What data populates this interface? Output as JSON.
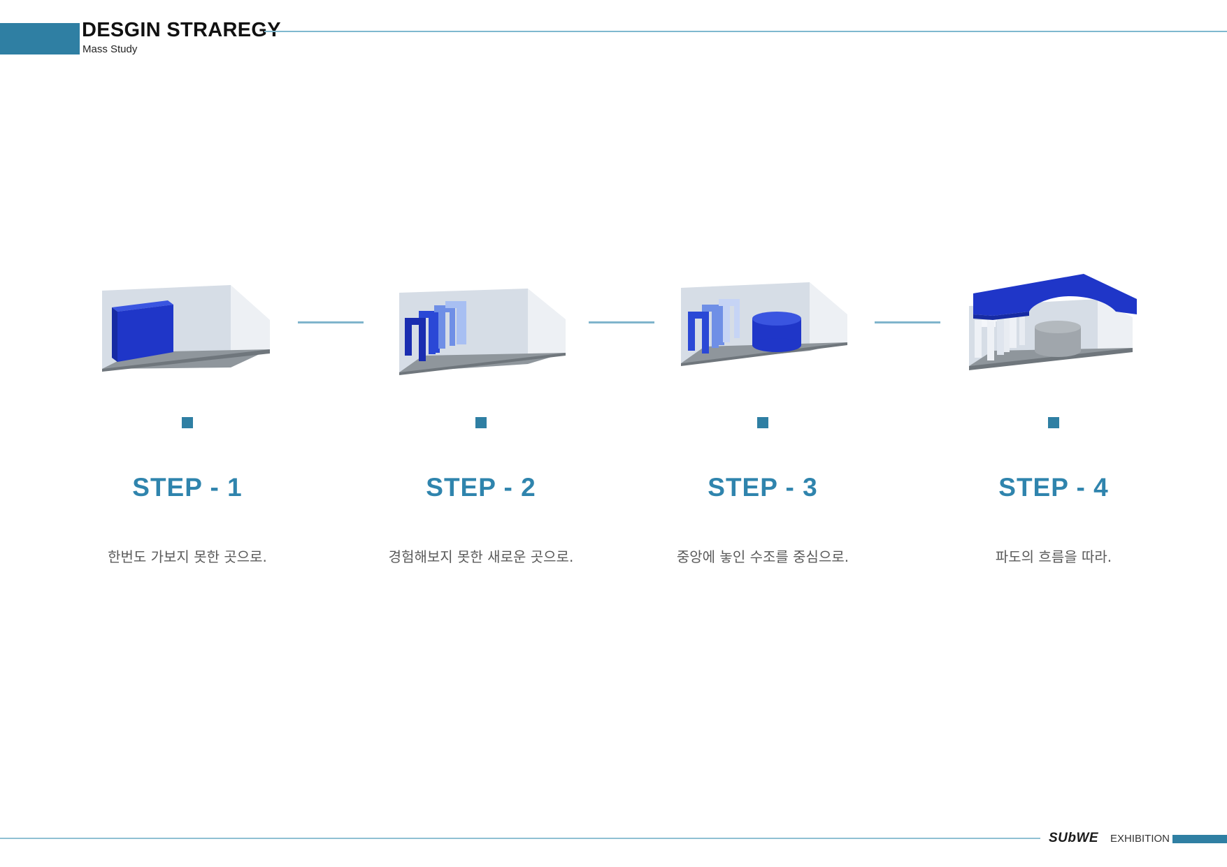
{
  "header": {
    "title": "DESGIN STRAREGY",
    "subtitle": "Mass Study"
  },
  "steps": [
    {
      "title": "STEP - 1",
      "caption": "한번도 가보지 못한 곳으로."
    },
    {
      "title": "STEP - 2",
      "caption": "경험해보지 못한 새로운 곳으로."
    },
    {
      "title": "STEP - 3",
      "caption": "중앙에 놓인 수조를 중심으로."
    },
    {
      "title": "STEP - 4",
      "caption": "파도의 흐름을 따라."
    }
  ],
  "footer": {
    "brand": "SUbWE",
    "label": "EXHIBITION"
  },
  "colors": {
    "accent": "#2f7fa3",
    "step_title": "#2f84ad",
    "mass_blue": "#1f36c8"
  }
}
